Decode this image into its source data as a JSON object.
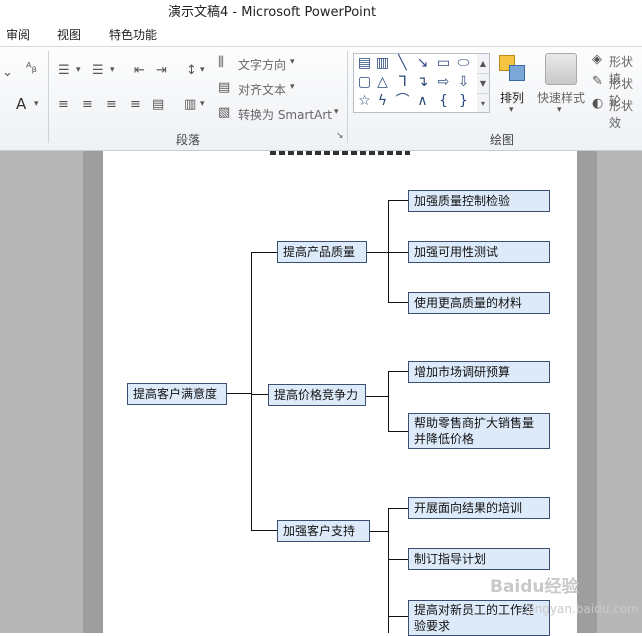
{
  "window": {
    "title": "演示文稿4 - Microsoft PowerPoint"
  },
  "tabs": [
    {
      "label": "审阅"
    },
    {
      "label": "视图"
    },
    {
      "label": "特色功能"
    }
  ],
  "ribbon": {
    "paragraph_group": {
      "label": "段落",
      "text_direction": "文字方向",
      "align_text": "对齐文本",
      "convert_smartart": "转换为 SmartArt"
    },
    "drawing_group": {
      "label": "绘图",
      "arrange": "排列",
      "quick_styles": "快速样式",
      "shape_fill": "形状填",
      "shape_outline": "形状轮",
      "shape_effects": "形状效"
    },
    "font_letter": "A"
  },
  "diagram": {
    "root": "提高客户满意度",
    "branches": [
      {
        "label": "提高产品质量",
        "children": [
          "加强质量控制检验",
          "加强可用性测试",
          "使用更高质量的材料"
        ]
      },
      {
        "label": "提高价格竞争力",
        "children": [
          "增加市场调研预算",
          "帮助零售商扩大销售量并降低价格"
        ]
      },
      {
        "label": "加强客户支持",
        "children": [
          "开展面向结果的培训",
          "制订指导计划",
          "提高对新员工的工作经验要求"
        ]
      }
    ]
  },
  "watermark": {
    "text": "Baidu经验",
    "sub": "jingyan.baidu.com"
  }
}
